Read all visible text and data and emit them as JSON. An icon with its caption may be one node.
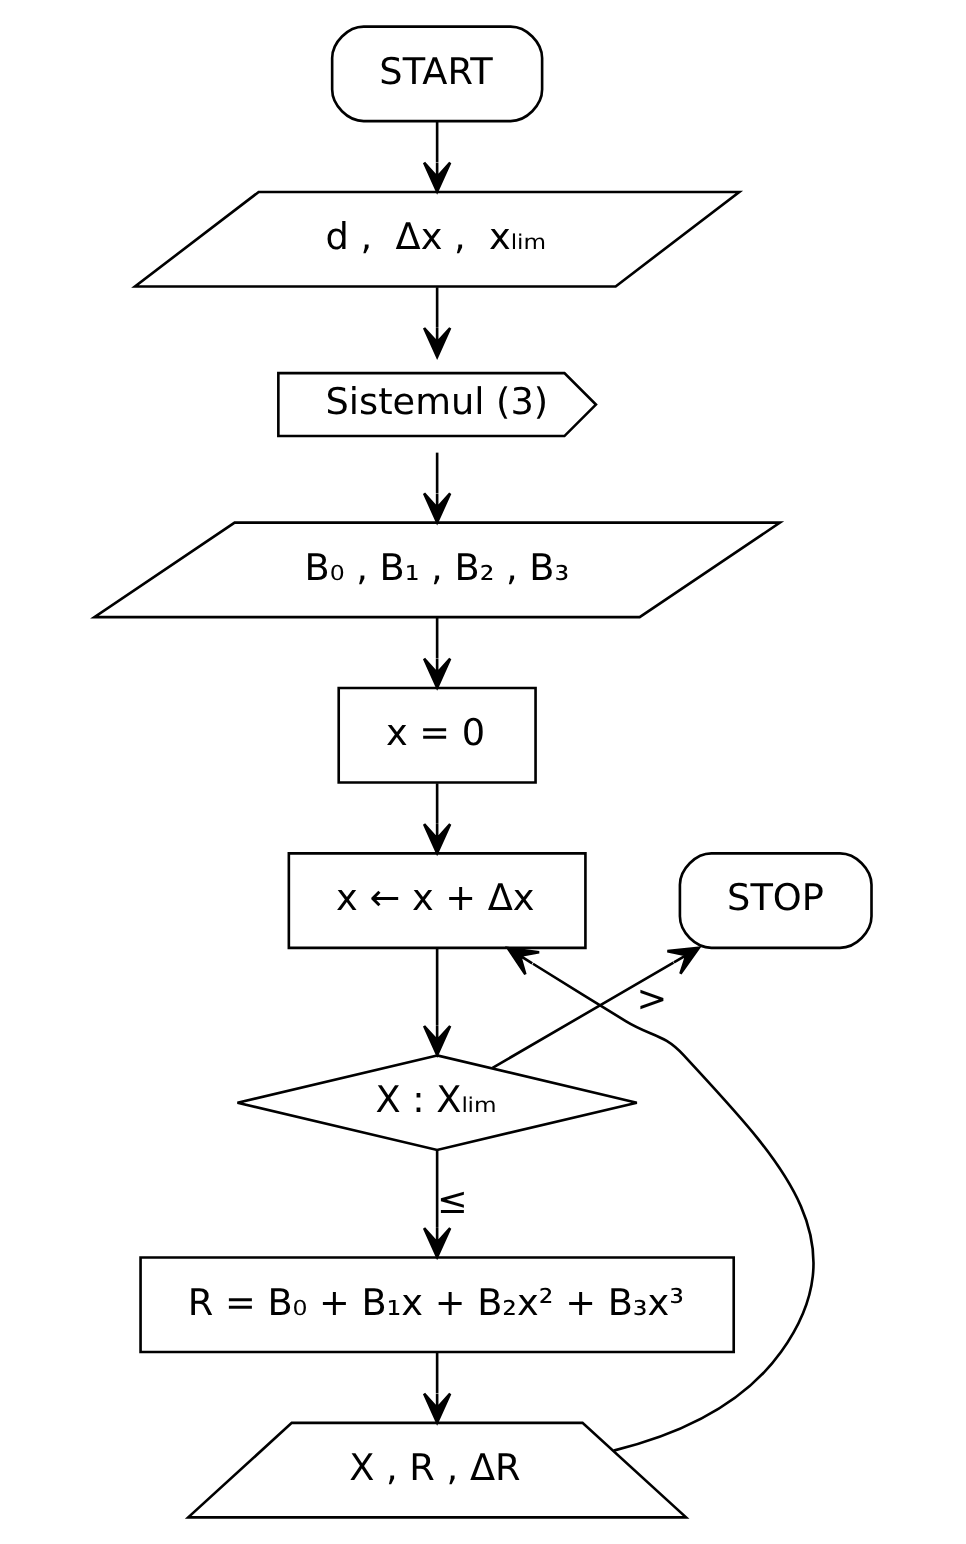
{
  "diagram": {
    "nodes": [
      {
        "text": [
          "START"
        ]
      },
      {
        "text": [
          "d ,  Δx ,  xₗᵢₘ"
        ]
      },
      {
        "text": [
          "Sistemul (3)"
        ]
      },
      {
        "text": [
          "B₀ , B₁ , B₂ , B₃"
        ]
      },
      {
        "text": [
          "x = 0"
        ]
      },
      {
        "text": [
          "x ← x + Δx"
        ]
      },
      {
        "text": [
          "STOP"
        ]
      },
      {
        "text": [
          "X : Xₗᵢₘ"
        ]
      },
      {
        "text": [
          "R = B₀ + B₁x + B₂x² + B₃x³"
        ]
      },
      {
        "text": [
          "X , R , ΔR"
        ]
      }
    ],
    "edges": [
      {
        "from": 0,
        "to": 1,
        "arrow": "to"
      },
      {
        "from": 1,
        "to": 2,
        "arrow": "to"
      },
      {
        "from": 2,
        "to": 3,
        "arrow": "to"
      },
      {
        "from": 3,
        "to": 4,
        "arrow": "to"
      },
      {
        "from": 4,
        "to": 5,
        "arrow": "to"
      },
      {
        "from": 5,
        "to": 7,
        "arrow": "to"
      },
      {
        "from": 7,
        "to": 6,
        "label": ">",
        "arrow": "to"
      },
      {
        "from": 7,
        "to": 8,
        "label": "≤",
        "arrow": "to"
      },
      {
        "from": 8,
        "to": 9,
        "arrow": "to"
      },
      {
        "from": 9,
        "to": 5,
        "arrow": "to"
      }
    ]
  }
}
